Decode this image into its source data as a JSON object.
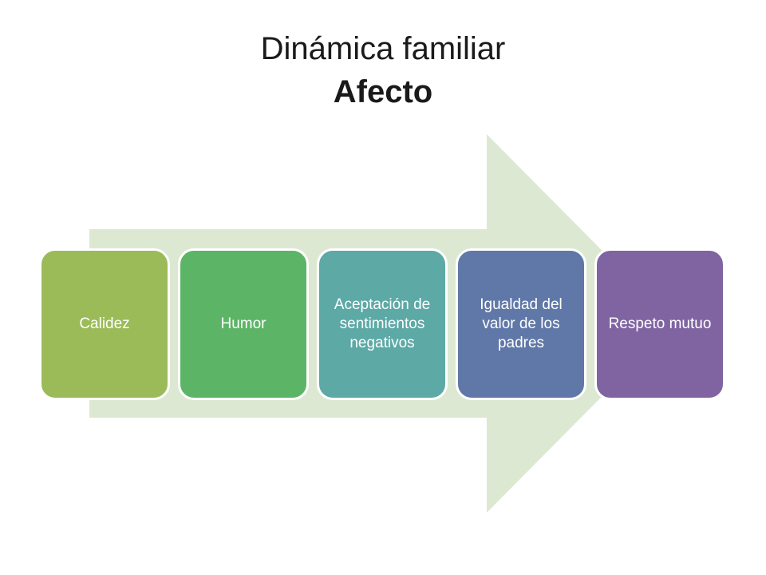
{
  "title": {
    "line1": "Dinámica familiar",
    "line2": "Afecto"
  },
  "arrow_color": "#dde8d2",
  "steps": [
    {
      "label": "Calidez",
      "color": "#9bbb59"
    },
    {
      "label": "Humor",
      "color": "#5cb566"
    },
    {
      "label": "Aceptación de sentimientos negativos",
      "color": "#5ca9a6"
    },
    {
      "label": "Igualdad del valor de los padres",
      "color": "#6078a8"
    },
    {
      "label": "Respeto mutuo",
      "color": "#8064a2"
    }
  ]
}
